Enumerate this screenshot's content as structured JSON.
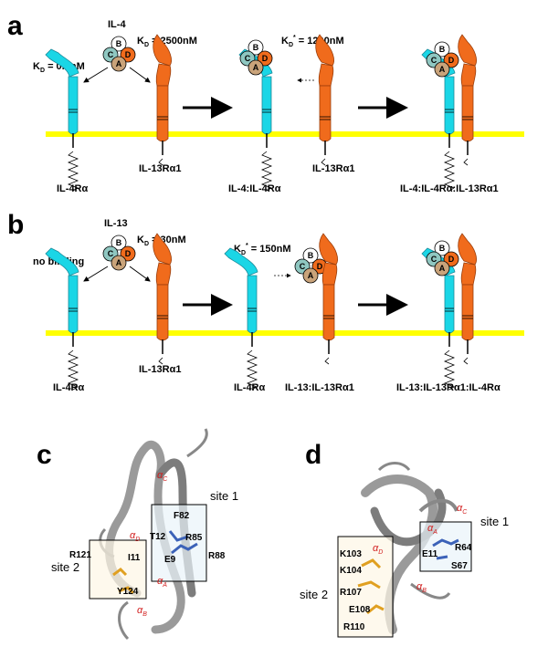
{
  "panels": {
    "a": "a",
    "b": "b",
    "c": "c",
    "d": "d"
  },
  "colors": {
    "membrane": "#ffff00",
    "il4r": "#1ad6e6",
    "il13r": "#f06b1c",
    "bead_white": "#ffffff",
    "bead_teal": "#8fc7c1",
    "bead_orange": "#f06b1c",
    "bead_tan": "#c9a37a",
    "site_box_fill": "#fdf6e6",
    "site1_fill": "#e9f3fa",
    "blue_side": "#3c62b8",
    "gold_side": "#e0a021",
    "helix_label": "#d21e1e"
  },
  "beads": {
    "A": "A",
    "B": "B",
    "C": "C",
    "D": "D"
  },
  "panel_a": {
    "ligand": "IL-4",
    "kd_left": "K",
    "kd_left_sub": "D",
    "kd_left_val": " = 0.1nM",
    "kd_right": "K",
    "kd_right_sub": "D",
    "kd_right_val": " = 2500nM",
    "kd_mid": "K",
    "kd_mid_sub": "D",
    "kd_mid_sup": "*",
    "kd_mid_val": " = 1200nM",
    "label_il4r": "IL-4Rα",
    "label_il13r": "IL-13Rα1",
    "label_complex1": "IL-4:IL-4Rα",
    "label_il13r_2": "IL-13Rα1",
    "label_complex2": "IL-4:IL-4Rα:IL-13Rα1"
  },
  "panel_b": {
    "ligand": "IL-13",
    "no_binding": "no binding",
    "kd_right": "K",
    "kd_right_sub": "D",
    "kd_right_val": " = 30nM",
    "kd_mid": "K",
    "kd_mid_sub": "D",
    "kd_mid_sup": "*",
    "kd_mid_val": " = 150nM",
    "label_il4r": "IL-4Rα",
    "label_il13r": "IL-13Rα1",
    "label_il4r_2": "IL-4Rα",
    "label_complex1": "IL-13:IL-13Rα1",
    "label_complex2": "IL-13:IL-13Rα1:IL-4Rα"
  },
  "panel_c": {
    "site1": "site 1",
    "site2": "site 2",
    "helices": {
      "c": "α",
      "c_sub": "C",
      "d": "α",
      "d_sub": "D",
      "a": "α",
      "a_sub": "A",
      "b": "α",
      "b_sub": "B"
    },
    "residues": [
      "F82",
      "T12",
      "R85",
      "E9",
      "R88",
      "R121",
      "I11",
      "Y124"
    ]
  },
  "panel_d": {
    "site1": "site 1",
    "site2": "site 2",
    "helices": {
      "c": "α",
      "c_sub": "C",
      "d": "α",
      "d_sub": "D",
      "a": "α",
      "a_sub": "A",
      "b": "α",
      "b_sub": "B"
    },
    "residues": [
      "E11",
      "R64",
      "S67",
      "K103",
      "K104",
      "R107",
      "E108",
      "R110"
    ]
  }
}
